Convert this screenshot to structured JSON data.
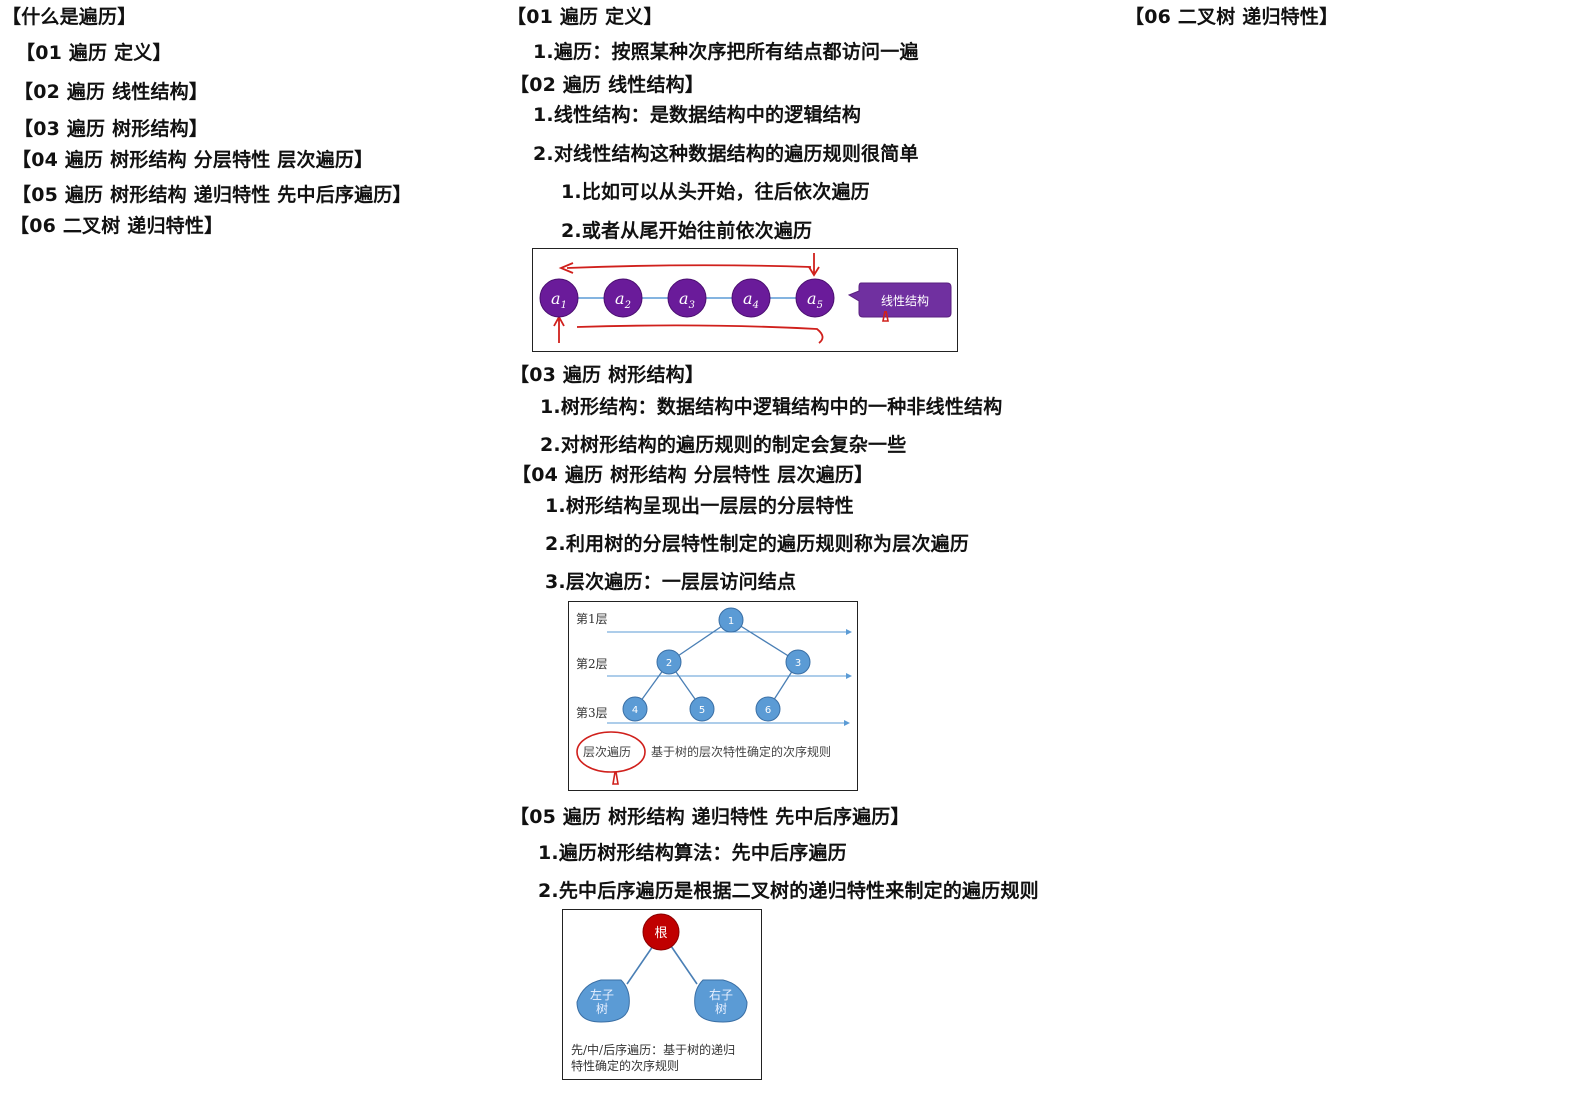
{
  "outline": {
    "root": "【什么是遍历】",
    "items": [
      "【01  遍历  定义】",
      "【02  遍历  线性结构】",
      "【03  遍历  树形结构】",
      "【04  遍历  树形结构  分层特性  层次遍历】",
      "【05  遍历  树形结构  递归特性  先中后序遍历】",
      "【06  二叉树  递归特性】"
    ]
  },
  "s01": {
    "title": "【01  遍历  定义】",
    "p1": "1.遍历：按照某种次序把所有结点都访问一遍"
  },
  "s02": {
    "title": "【02  遍历  线性结构】",
    "p1": "1.线性结构：是数据结构中的逻辑结构",
    "p2": "2.对线性结构这种数据结构的遍历规则很简单",
    "p2a": "1.比如可以从头开始，往后依次遍历",
    "p2b": "2.或者从尾开始往前依次遍历",
    "fig": {
      "nodes": [
        "a",
        "a",
        "a",
        "a",
        "a"
      ],
      "subs": [
        "1",
        "2",
        "3",
        "4",
        "5"
      ],
      "callout": "线性结构"
    }
  },
  "s03": {
    "title": "【03  遍历  树形结构】",
    "p1": "1.树形结构：数据结构中逻辑结构中的一种非线性结构",
    "p2": "2.对树形结构的遍历规则的制定会复杂一些"
  },
  "s04": {
    "title": "【04  遍历  树形结构  分层特性  层次遍历】",
    "p1": "1.树形结构呈现出一层层的分层特性",
    "p2": "2.利用树的分层特性制定的遍历规则称为层次遍历",
    "p3": "3.层次遍历：一层层访问结点",
    "fig": {
      "levels": [
        "第1层",
        "第2层",
        "第3层"
      ],
      "nodes": [
        "1",
        "2",
        "3",
        "4",
        "5",
        "6"
      ],
      "caption_circled": "层次遍历",
      "caption": "基于树的层次特性确定的次序规则"
    }
  },
  "s05": {
    "title": "【05  遍历  树形结构  递归特性  先中后序遍历】",
    "p1": "1.遍历树形结构算法：先中后序遍历",
    "p2": "2.先中后序遍历是根据二叉树的递归特性来制定的遍历规则",
    "fig": {
      "root": "根",
      "left": [
        "左子",
        "树"
      ],
      "right": [
        "右子",
        "树"
      ],
      "caption1": "先/中/后序遍历：基于树的递归",
      "caption2": "特性确定的次序规则"
    }
  },
  "s06": {
    "title": "【06  二叉树  递归特性】"
  },
  "colors": {
    "purple": "#6a1b9a",
    "blue": "#5b9bd5",
    "red": "#c00000",
    "annot": "#d0201c"
  }
}
